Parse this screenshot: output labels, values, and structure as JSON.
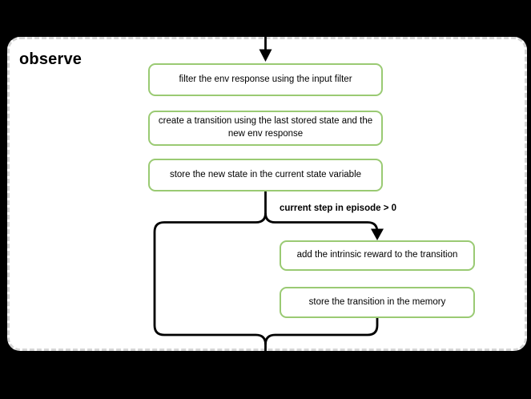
{
  "canvas": {
    "background": "#000000"
  },
  "diagram": {
    "title": "observe",
    "panel": {
      "background": "#ffffff",
      "border_color": "#d5d5d5",
      "border_style": "dashed"
    },
    "nodes": [
      {
        "id": "filter-env-response",
        "label": "filter the env response using the input filter"
      },
      {
        "id": "create-transition",
        "label": "create a transition using the last stored state and the new env response"
      },
      {
        "id": "store-new-state",
        "label": "store the new state in the current state variable"
      },
      {
        "id": "add-intrinsic-reward",
        "label": "add the intrinsic reward to the transition"
      },
      {
        "id": "store-transition",
        "label": "store the transition in the memory"
      }
    ],
    "condition_label": "current step in episode > 0",
    "colors": {
      "node_border": "#9aca73",
      "node_background": "#ffffff",
      "flow_line": "#000000",
      "text": "#000000"
    }
  }
}
